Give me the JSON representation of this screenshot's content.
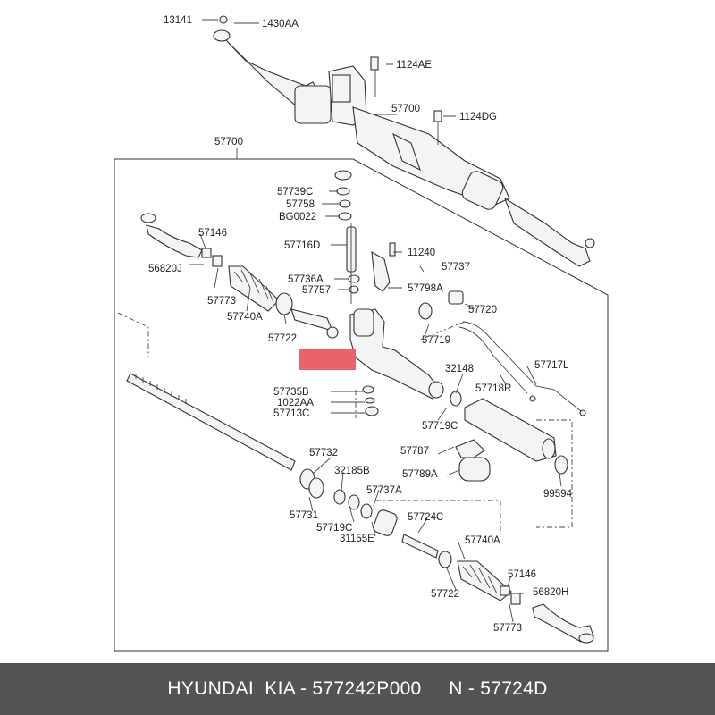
{
  "footer": {
    "text": "HYUNDAI  KIA - 577242P000     N - 57724D"
  },
  "highlight": {
    "label": "57724D",
    "color": "#e8646a"
  },
  "labels": {
    "l13141": "13141",
    "l1430AA": "1430AA",
    "l1124AE": "1124AE",
    "l57700a": "57700",
    "l1124DG": "1124DG",
    "l57700b": "57700",
    "l57739C": "57739C",
    "l57758": "57758",
    "lBG0022": "BG0022",
    "l57716D": "57716D",
    "l11240": "11240",
    "l57146a": "57146",
    "l56820J": "56820J",
    "l57737a": "57737",
    "l57736A": "57736A",
    "l57757": "57757",
    "l57798A": "57798A",
    "l57773a": "57773",
    "l57740Aa": "57740A",
    "l57720": "57720",
    "l57722a": "57722",
    "l57719": "57719",
    "l57717L": "57717L",
    "l32148": "32148",
    "l57718R": "57718R",
    "l57735B": "57735B",
    "l1022AA": "1022AA",
    "l57713C": "57713C",
    "l57719Ca": "57719C",
    "l57787": "57787",
    "l57789A": "57789A",
    "l99594": "99594",
    "l57732": "57732",
    "l32185B": "32185B",
    "l57737A": "57737A",
    "l57731": "57731",
    "l57719Cb": "57719C",
    "l31155E": "31155E",
    "l57724C": "57724C",
    "l57740Ab": "57740A",
    "l57722b": "57722",
    "l57146b": "57146",
    "l56820H": "56820H",
    "l57773b": "57773"
  }
}
